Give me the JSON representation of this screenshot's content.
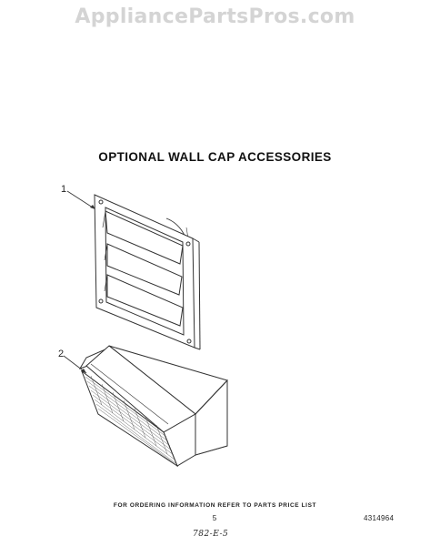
{
  "watermark": {
    "text": "AppliancePartsPros.com"
  },
  "title": "OPTIONAL WALL CAP ACCESSORIES",
  "callouts": {
    "part1": "1",
    "part2": "2"
  },
  "footer": {
    "note": "FOR ORDERING INFORMATION REFER TO PARTS PRICE LIST",
    "page_number": "5",
    "part_code": "4314964",
    "handwritten": "782-E-5"
  },
  "colors": {
    "line": "#333333",
    "watermark": "#d4d4d4"
  }
}
